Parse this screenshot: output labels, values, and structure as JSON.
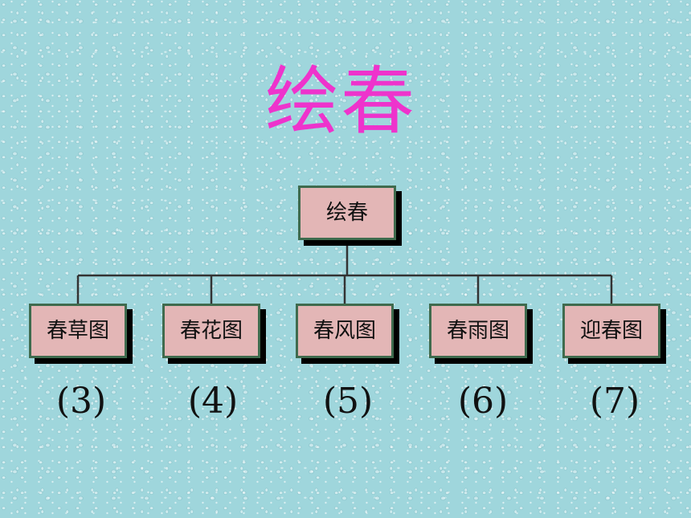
{
  "title": "绘春",
  "root": {
    "label": "绘春"
  },
  "children": [
    {
      "label": "春草图",
      "number": "(3)"
    },
    {
      "label": "春花图",
      "number": "(4)"
    },
    {
      "label": "春风图",
      "number": "(5)"
    },
    {
      "label": "春雨图",
      "number": "(6)"
    },
    {
      "label": "迎春图",
      "number": "(7)"
    }
  ],
  "colors": {
    "title": "#ee33cc",
    "node_fill": "#e3b6b6",
    "node_border": "#3f6b4e",
    "connector": "#333333",
    "background": "#9fd6dc"
  }
}
